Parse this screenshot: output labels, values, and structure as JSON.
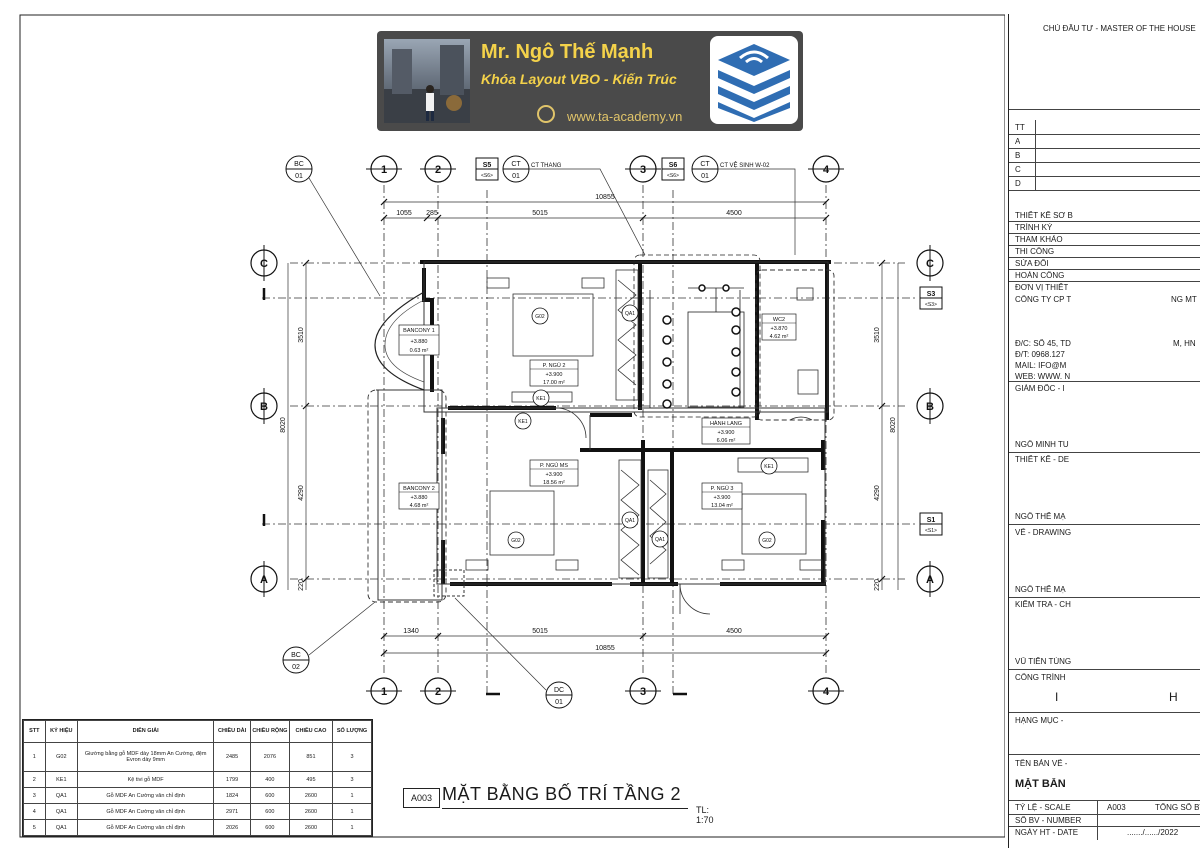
{
  "banner": {
    "name": "Mr. Ngô Thế Mạnh",
    "course": "Khóa Layout VBO - Kiến Trúc",
    "website": "www.ta-academy.vn",
    "photo_icon": "person-photo",
    "logo_icon": "stacked-layers-logo",
    "colors": {
      "bg": "#4a4a4a",
      "accent": "#f4d24a",
      "logo": "#2f6db3"
    }
  },
  "grid": {
    "columns": [
      "1",
      "2",
      "3",
      "4"
    ],
    "rows": [
      "C",
      "B",
      "A"
    ]
  },
  "dimensions": {
    "top_total": "10855",
    "top_segments": [
      "1055",
      "285",
      "5015",
      "4500"
    ],
    "bottom_total": "10855",
    "bottom_segments": [
      "1340",
      "5015",
      "4500"
    ],
    "left_total": "8020",
    "left_segments": [
      "3510",
      "4290",
      "220"
    ],
    "right_total": "8020",
    "right_segments": [
      "3510",
      "4290",
      "220"
    ]
  },
  "callouts": {
    "bc01": {
      "top": "BC",
      "bottom": "01"
    },
    "bc02": {
      "top": "BC",
      "bottom": "02"
    },
    "ct_stair": {
      "top": "CT",
      "bottom": "01",
      "label": "CT THANG"
    },
    "ct_wc": {
      "top": "CT",
      "bottom": "01",
      "label": "CT VỆ SINH W-02"
    },
    "dc01": {
      "top": "DC",
      "bottom": "01"
    },
    "s5": {
      "top": "S5",
      "bottom": "<S6>"
    },
    "s6": {
      "top": "S6",
      "bottom": "<S6>"
    },
    "s3": {
      "top": "S3",
      "bottom": "<S3>"
    },
    "s1": {
      "top": "S1",
      "bottom": "<S1>"
    }
  },
  "rooms": [
    {
      "name": "BANCONY 1",
      "level": "+3.880",
      "area": "0.63 m²"
    },
    {
      "name": "P. NGỦ 2",
      "level": "+3.900",
      "area": "17.00 m²"
    },
    {
      "name": "WC2",
      "level": "+3.870",
      "area": "4.62 m²"
    },
    {
      "name": "HÀNH LANG",
      "level": "+3.900",
      "area": "6.06 m²"
    },
    {
      "name": "BANCONY 2",
      "level": "+3.880",
      "area": "4.68 m²"
    },
    {
      "name": "P. NGỦ MS",
      "level": "+3.900",
      "area": "18.56 m²"
    },
    {
      "name": "P. NGỦ 3",
      "level": "+3.900",
      "area": "13.04 m²"
    }
  ],
  "tags": {
    "g02": "G02",
    "ke1": "KE1",
    "qa1": "QA1"
  },
  "schedule": {
    "headers": [
      "STT",
      "KÝ HIỆU",
      "DIỄN GIẢI",
      "CHIỀU DÀI",
      "CHIỀU RỘNG",
      "CHIỀU CAO",
      "SỐ LƯỢNG"
    ],
    "rows": [
      [
        "1",
        "G02",
        "Giường bằng gỗ MDF dày 18mm An Cường, đệm Evron dày 9mm",
        "2485",
        "2076",
        "851",
        "3"
      ],
      [
        "2",
        "KE1",
        "Kệ tivi gỗ MDF",
        "1799",
        "400",
        "495",
        "3"
      ],
      [
        "3",
        "QA1",
        "Gỗ MDF An Cường vân chỉ định",
        "1824",
        "600",
        "2600",
        "1"
      ],
      [
        "4",
        "QA1",
        "Gỗ MDF An Cường vân chỉ định",
        "2971",
        "600",
        "2600",
        "1"
      ],
      [
        "5",
        "QA1",
        "Gỗ MDF An Cường vân chỉ định",
        "2026",
        "600",
        "2600",
        "1"
      ]
    ]
  },
  "drawing_title": {
    "code": "A003",
    "name": "MẶT BẰNG BỐ TRÍ TẦNG 2",
    "scale": "TL: 1:70"
  },
  "titleblock": {
    "owner": "CHỦ ĐẦU TƯ - MASTER OF THE HOUSE",
    "rev_header": "TT",
    "revisions": [
      "A",
      "B",
      "C",
      "D"
    ],
    "stages": [
      "THIẾT KẾ SƠ B",
      "TRÌNH KÝ",
      "THAM KHẢO",
      "THI CÔNG",
      "SỬA ĐỔI",
      "HOÀN CÔNG"
    ],
    "unit_label": "ĐƠN VỊ THIẾT",
    "company": "CÔNG TY CP T",
    "company_tail": "NG MT",
    "address": "Đ/C: SỐ 45, TD",
    "address_tail": "M, HN",
    "phone": "Đ/T: 0968.127",
    "email": "MAIL: IFO@M",
    "web": "WEB: WWW. N",
    "director_label": "GIÁM ĐỐC - I",
    "director_name": "NGÔ MINH TU",
    "design_label": "THIẾT KẾ - DE",
    "design_name": "NGÔ THẾ MẠ",
    "drawing_label": "VẼ - DRAWING",
    "drawing_name": "NGÔ THẾ MẠ",
    "check_label": "KIỂM TRA - CH",
    "check_name": "VŨ TIẾN TÙNG",
    "project_label": "CÔNG TRÌNH",
    "project_frag_a": "I",
    "project_frag_b": "H",
    "item_label": "HẠNG MỤC -",
    "sheet_name_label": "TÊN BẢN VẼ -",
    "sheet_name": "MẶT BẰN",
    "scale_label": "TỶ LỆ - SCALE",
    "sheet_no": "A003",
    "total_sheets": "TỔNG SỐ BV",
    "number_label": "SỐ BV - NUMBER",
    "date_label": "NGÀY HT - DATE",
    "date_value": "......./....../2022"
  }
}
